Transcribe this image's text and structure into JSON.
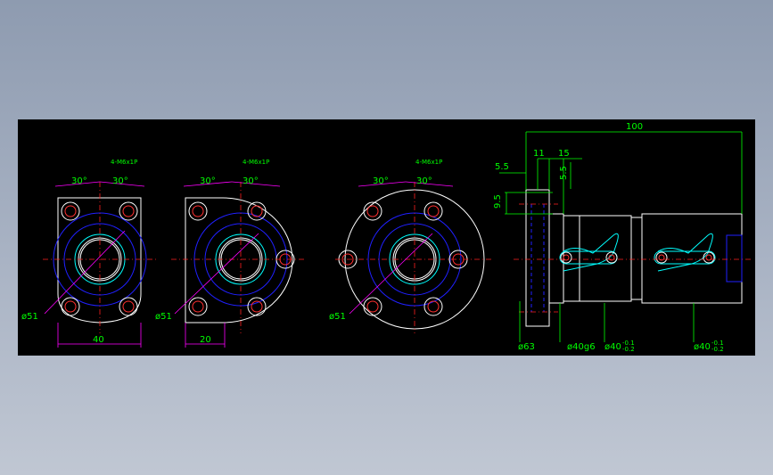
{
  "views": {
    "view1": {
      "angle_left": "30°",
      "angle_right": "30°",
      "note": "4-M6x1P",
      "diameter": "ø51",
      "width": "40"
    },
    "view2": {
      "angle_left": "30°",
      "angle_right": "30°",
      "note": "4-M6x1P",
      "diameter": "ø51",
      "offset": "20"
    },
    "view3": {
      "angle_left": "30°",
      "angle_right": "30°",
      "note": "4-M6x1P",
      "diameter": "ø51"
    }
  },
  "side": {
    "length_total": "100",
    "flange_thk": "11",
    "step": "15",
    "left_off": "5.5",
    "vert_off": "5.5",
    "bolt_off": "9.5",
    "d_flange": "ø63",
    "d_pilot": "ø40g6",
    "d_body1": "ø40",
    "tol1": "-0.1",
    "tol1b": "-0.2",
    "d_body2": "ø40",
    "tol2": "-0.1",
    "tol2b": "-0.2"
  }
}
